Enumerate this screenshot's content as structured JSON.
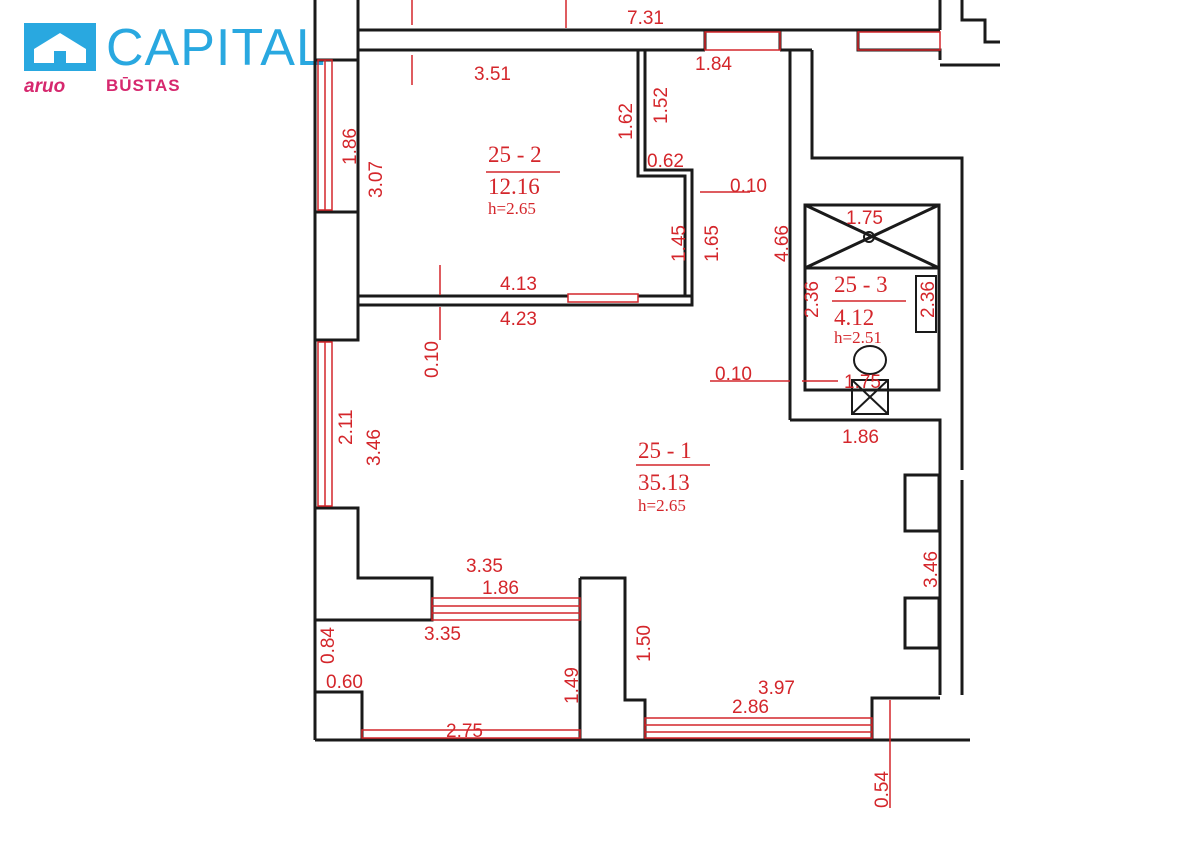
{
  "logo": {
    "word": "CAPITAL",
    "sub_left": "aruo",
    "sub_right": "BŪSTAS",
    "colors": {
      "blue": "#29a8e0",
      "pink": "#d6286e"
    }
  },
  "colors": {
    "wall": "#1a1a1a",
    "dimension": "#d4262b",
    "background": "#ffffff"
  },
  "rooms": [
    {
      "id": "25 - 2",
      "area": "12.16",
      "height": "h=2.65"
    },
    {
      "id": "25 - 1",
      "area": "35.13",
      "height": "h=2.65"
    },
    {
      "id": "25 - 3",
      "area": "4.12",
      "height": "h=2.51"
    }
  ],
  "dimensions": [
    "7.31",
    "3.51",
    "1.84",
    "1.86",
    "3.07",
    "1.62",
    "1.52",
    "0.62",
    "0.10",
    "1.45",
    "1.65",
    "4.66",
    "1.75",
    "2.36",
    "2.36",
    "4.13",
    "4.23",
    "0.10",
    "0.10",
    "1.75",
    "1.86",
    "2.11",
    "3.46",
    "3.35",
    "1.86",
    "3.35",
    "3.46",
    "1.50",
    "0.84",
    "0.60",
    "1.49",
    "3.97",
    "2.86",
    "2.75",
    "0.54"
  ]
}
